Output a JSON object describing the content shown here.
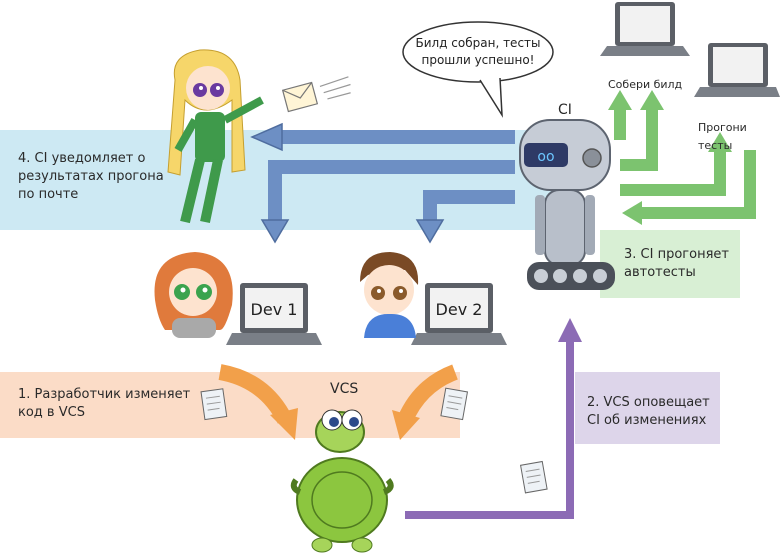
{
  "colors": {
    "band_notify": "#cde9f3",
    "band_autotest": "#d8efd4",
    "band_dev": "#fbdcc7",
    "band_vcs": "#ddd5ea",
    "arrow_blue": "#6d8fc4",
    "arrow_green": "#7cc36f",
    "arrow_purple": "#8c6bb5",
    "arrow_orange": "#f2a04a"
  },
  "speech_bubble": "Билд собран, тесты\nпрошли успешно!",
  "ci_label": "CI",
  "vcs_label": "VCS",
  "laptops": {
    "build": "Собери билд",
    "tests": "Прогони тесты",
    "dev1": "Dev 1",
    "dev2": "Dev 2"
  },
  "steps": {
    "step1": "1. Разработчик изменяет\nкод в VCS",
    "step2": "2. VCS оповещает\nCI об изменениях",
    "step3": "3. CI прогоняет\nавтотесты",
    "step4": "4. CI уведомляет о\nрезультатах прогона\nпо почте"
  },
  "icons": {
    "robot": "robot-icon",
    "turtle": "turtle-icon",
    "envelope": "envelope-icon",
    "document": "document-icon",
    "laptop": "laptop-icon",
    "person": "person-icon"
  }
}
